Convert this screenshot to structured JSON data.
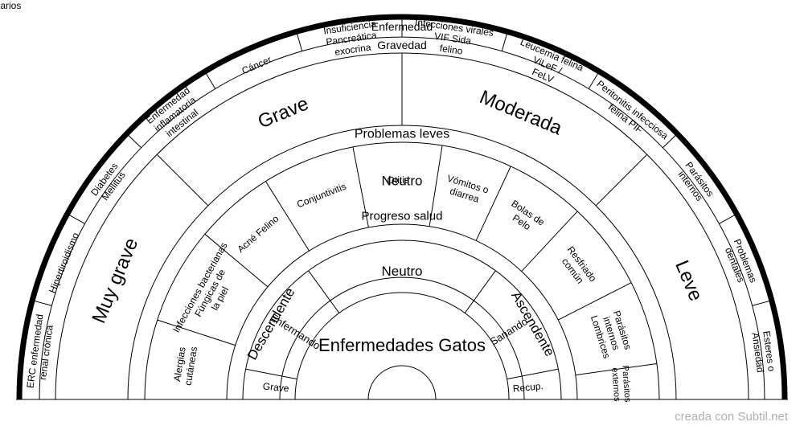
{
  "center": {
    "label": "Enfermedades Gatos"
  },
  "rings": {
    "ring1": [
      {
        "label": "Grave"
      },
      {
        "label": "Enfermando"
      },
      {
        "label": "Neutro"
      },
      {
        "label": "Sanando"
      },
      {
        "label": "Recup."
      }
    ],
    "ring2": [
      {
        "label": "Descendente",
        "color": "#e8551e"
      },
      {
        "label": "Neutro",
        "color": "#000000"
      },
      {
        "label": "Ascendente",
        "color": "#2eb82e"
      }
    ],
    "ring2_title": "Progreso salud",
    "ring3_title": "Problemas leves",
    "ring3": [
      {
        "label": "Alergias cutáneas"
      },
      {
        "label": "Infecciones bacterianas Fúngicas de la piel"
      },
      {
        "label": "Acné Felino"
      },
      {
        "label": "Conjuntivitis"
      },
      {
        "label": "Otitis"
      },
      {
        "label": "Vómitos o diarrea"
      },
      {
        "label": "Bolas de Pelo"
      },
      {
        "label": "Resfriado común"
      },
      {
        "label": "Parásitos internos Lombrices"
      },
      {
        "label": "Parásitos externos"
      }
    ],
    "ring4_title": "Gravedad",
    "ring4": [
      {
        "label": "Muy grave"
      },
      {
        "label": "Grave"
      },
      {
        "label": "Moderada"
      },
      {
        "label": "Leve"
      }
    ],
    "ring5_title": "Enfermedad",
    "ring5": [
      {
        "label": "ERC enfermedad renal crónica"
      },
      {
        "label": "Hipertiroidismo"
      },
      {
        "label": "Diabetes Mellitus"
      },
      {
        "label": "Enfermedad inflamatoria intestinal"
      },
      {
        "label": "Cáncer"
      },
      {
        "label": "Insuficiencia Pancreática exocrina"
      },
      {
        "label": "Infecciones virales VIF Sida felino"
      },
      {
        "label": "Leucemia felina ViLeF / FeLV"
      },
      {
        "label": "Peritonitis infecciosa felina PIF"
      },
      {
        "label": "Parásitos internos"
      },
      {
        "label": "Problemas dentales"
      },
      {
        "label": "Esteres o Ansiedad"
      },
      {
        "label": "Quistes mamarios"
      }
    ]
  },
  "credit": "creada con Subtil.net"
}
